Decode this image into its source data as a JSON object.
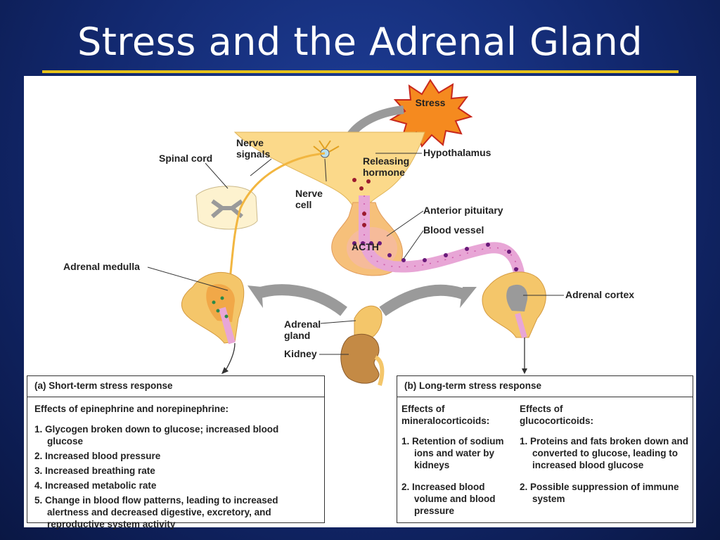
{
  "title": "Stress and the Adrenal Gland",
  "labels": {
    "stress": "Stress",
    "hypothalamus": "Hypothalamus",
    "spinal_cord": "Spinal cord",
    "nerve_signals_1": "Nerve",
    "nerve_signals_2": "signals",
    "releasing_hormone_1": "Releasing",
    "releasing_hormone_2": "hormone",
    "nerve_cell_1": "Nerve",
    "nerve_cell_2": "cell",
    "anterior_pituitary": "Anterior pituitary",
    "blood_vessel": "Blood vessel",
    "acth": "ACTH",
    "adrenal_medulla": "Adrenal medulla",
    "adrenal_cortex": "Adrenal cortex",
    "adrenal_gland_1": "Adrenal",
    "adrenal_gland_2": "gland",
    "kidney": "Kidney"
  },
  "short_term": {
    "heading": "(a) Short-term stress response",
    "subheading": "Effects of epinephrine and norepinephrine:",
    "items": [
      "1. Glycogen broken down to glucose; increased blood glucose",
      "2. Increased blood pressure",
      "3. Increased breathing rate",
      "4. Increased metabolic rate",
      "5. Change in blood flow patterns, leading to increased alertness and decreased digestive, excretory, and reproductive system activity"
    ]
  },
  "long_term": {
    "heading": "(b) Long-term stress response",
    "mineralo": {
      "title_1": "Effects of",
      "title_2": "mineralocorticoids:",
      "items": [
        "1. Retention of sodium ions and water by kidneys",
        "2. Increased blood volume and blood pressure"
      ]
    },
    "gluco": {
      "title_1": "Effects of",
      "title_2": "glucocorticoids:",
      "items": [
        "1. Proteins and fats broken down and converted to glucose, leading to increased blood glucose",
        "2. Possible suppression of immune system"
      ]
    }
  }
}
